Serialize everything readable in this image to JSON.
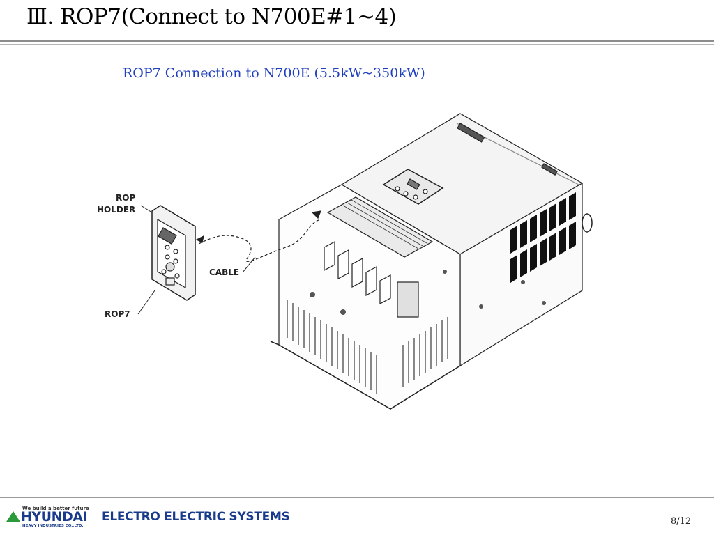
{
  "slide": {
    "title": "Ⅲ. ROP7(Connect to N700E#1~4)",
    "subtitle": "ROP7 Connection to N700E (5.5kW~350kW)"
  },
  "diagram": {
    "labels": {
      "rop_holder_line1": "ROP",
      "rop_holder_line2": "HOLDER",
      "cable": "CABLE",
      "rop7": "ROP7"
    }
  },
  "footer": {
    "tagline": "We build a better future",
    "brand": "HYUNDAI",
    "brand_sub": "HEAVY INDUSTRIES CO.,LTD.",
    "division": "ELECTRO ELECTRIC SYSTEMS",
    "page": "8/12"
  },
  "colors": {
    "subtitle": "#1f3fbf",
    "brand_blue": "#1a3b8c",
    "logo_green": "#2a9a3a",
    "rule_gray": "#8c8c8c"
  }
}
